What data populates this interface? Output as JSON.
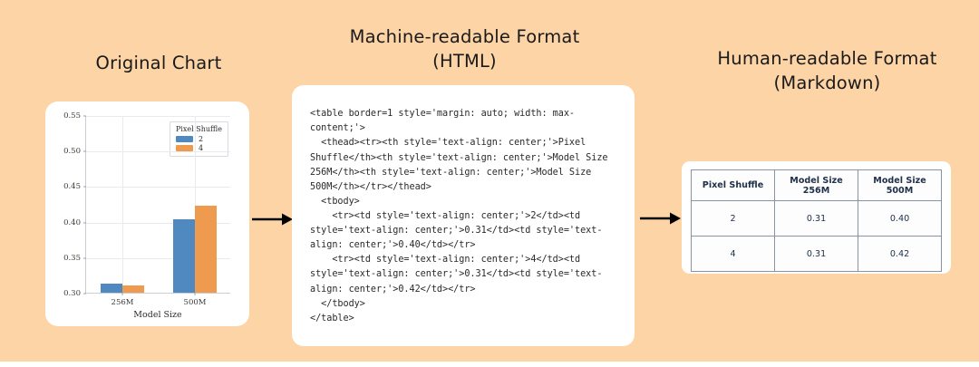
{
  "theme": {
    "background": "#fdd4a6",
    "card_background": "#ffffff",
    "bar_blue": "#5089c0",
    "bar_orange": "#ee9a4f",
    "table_border": "#8a93a3",
    "table_text": "#20304a",
    "arrow_color": "#000000"
  },
  "sections": {
    "left_title": "Original Chart",
    "middle_title_line1": "Machine-readable Format",
    "middle_title_line2": "(HTML)",
    "right_title_line1": "Human-readable Format",
    "right_title_line2": "(Markdown)"
  },
  "chart_data": {
    "type": "bar",
    "title": "",
    "xlabel": "Model Size",
    "ylabel": "",
    "categories": [
      "256M",
      "500M"
    ],
    "ylim": [
      0.3,
      0.55
    ],
    "yticks": [
      "0.30",
      "0.35",
      "0.40",
      "0.45",
      "0.50",
      "0.55"
    ],
    "ytick_values": [
      0.3,
      0.35,
      0.4,
      0.45,
      0.5,
      0.55
    ],
    "grid": true,
    "legend_title": "Pixel Shuffle",
    "legend_position": "upper right",
    "series": [
      {
        "name": "2",
        "color": "#5089c0",
        "values": [
          0.313,
          0.403
        ]
      },
      {
        "name": "4",
        "color": "#ee9a4f",
        "values": [
          0.31,
          0.422
        ]
      }
    ]
  },
  "code": {
    "language": "html",
    "text": "<table border=1 style='margin: auto; width: max-content;'>\n  <thead><tr><th style='text-align: center;'>Pixel Shuffle</th><th style='text-align: center;'>Model Size 256M</th><th style='text-align: center;'>Model Size 500M</th></tr></thead>\n  <tbody>\n    <tr><td style='text-align: center;'>2</td><td style='text-align: center;'>0.31</td><td style='text-align: center;'>0.40</td></tr>\n    <tr><td style='text-align: center;'>4</td><td style='text-align: center;'>0.31</td><td style='text-align: center;'>0.42</td></tr>\n  </tbody>\n</table>"
  },
  "markdown_table": {
    "headers": [
      "Pixel Shuffle",
      "Model Size 256M",
      "Model Size 500M"
    ],
    "rows": [
      [
        "2",
        "0.31",
        "0.40"
      ],
      [
        "4",
        "0.31",
        "0.42"
      ]
    ]
  },
  "arrows": {
    "first_label": "arrow-chart-to-html",
    "second_label": "arrow-html-to-markdown"
  }
}
